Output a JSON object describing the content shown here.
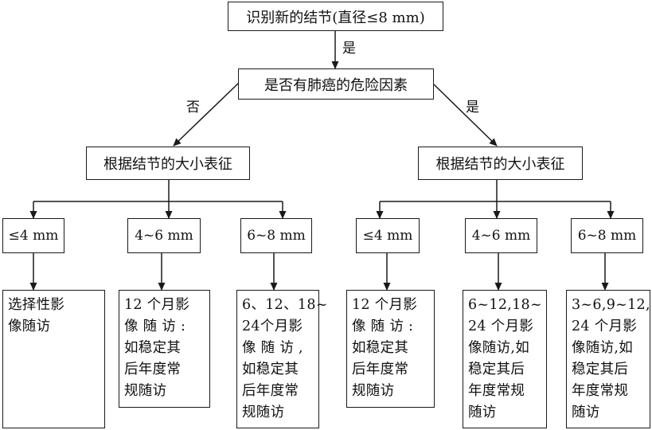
{
  "root": "识别新的结节(直径≤8 mm)",
  "root_yes": "是",
  "question": "是否有肺癌的危险因素",
  "no_label": "否",
  "yes_label": "是",
  "left_branch": {
    "title": "根据结节的大小表征",
    "sizes": [
      "≤4 mm",
      "4~6 mm",
      "6~8 mm"
    ],
    "actions": [
      "选择性影\n像随访",
      "12 个月影\n像 随 访 :\n如稳定其\n后年度常\n规随访",
      "6、12、18~\n24个月影\n像 随 访 ,\n如稳定其\n后年度常\n规随访"
    ]
  },
  "right_branch": {
    "title": "根据结节的大小表征",
    "sizes": [
      "≤4 mm",
      "4~6 mm",
      "6~8 mm"
    ],
    "actions": [
      "12 个月影\n像 随 访 :\n如稳定其\n后年度常\n规随访",
      "6~12,18~\n24 个月影\n像随访,如\n稳定其后\n年度常规\n随访",
      "3~6,9~12,\n24 个月影\n像随访,如\n稳定其后\n年度常规\n随访"
    ]
  }
}
